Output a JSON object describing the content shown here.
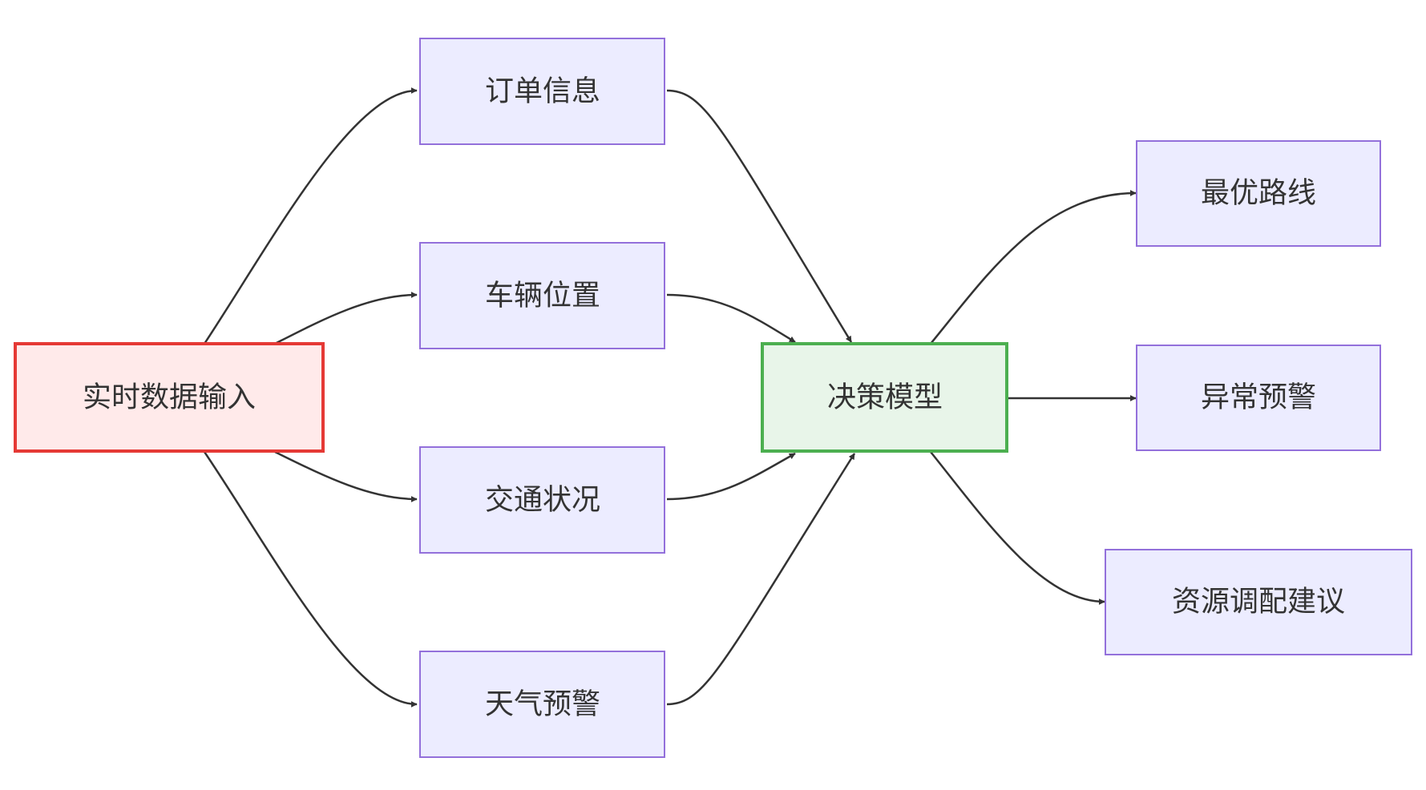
{
  "diagram": {
    "type": "flowchart",
    "nodes": [
      {
        "id": "input",
        "label": "实时数据输入",
        "style": "source"
      },
      {
        "id": "order",
        "label": "订单信息",
        "style": "default"
      },
      {
        "id": "vehicle",
        "label": "车辆位置",
        "style": "default"
      },
      {
        "id": "traffic",
        "label": "交通状况",
        "style": "default"
      },
      {
        "id": "weather",
        "label": "天气预警",
        "style": "default"
      },
      {
        "id": "model",
        "label": "决策模型",
        "style": "model"
      },
      {
        "id": "route",
        "label": "最优路线",
        "style": "default"
      },
      {
        "id": "alert",
        "label": "异常预警",
        "style": "default"
      },
      {
        "id": "resource",
        "label": "资源调配建议",
        "style": "default"
      }
    ],
    "edges": [
      {
        "from": "input",
        "to": "order"
      },
      {
        "from": "input",
        "to": "vehicle"
      },
      {
        "from": "input",
        "to": "traffic"
      },
      {
        "from": "input",
        "to": "weather"
      },
      {
        "from": "order",
        "to": "model"
      },
      {
        "from": "vehicle",
        "to": "model"
      },
      {
        "from": "traffic",
        "to": "model"
      },
      {
        "from": "weather",
        "to": "model"
      },
      {
        "from": "model",
        "to": "route"
      },
      {
        "from": "model",
        "to": "alert"
      },
      {
        "from": "model",
        "to": "resource"
      }
    ],
    "colors": {
      "default_fill": "#ececff",
      "default_stroke": "#9370db",
      "source_fill": "#ffeaea",
      "source_stroke": "#e53935",
      "model_fill": "#e8f5e9",
      "model_stroke": "#4caf50",
      "edge": "#333333",
      "text": "#333333"
    }
  }
}
